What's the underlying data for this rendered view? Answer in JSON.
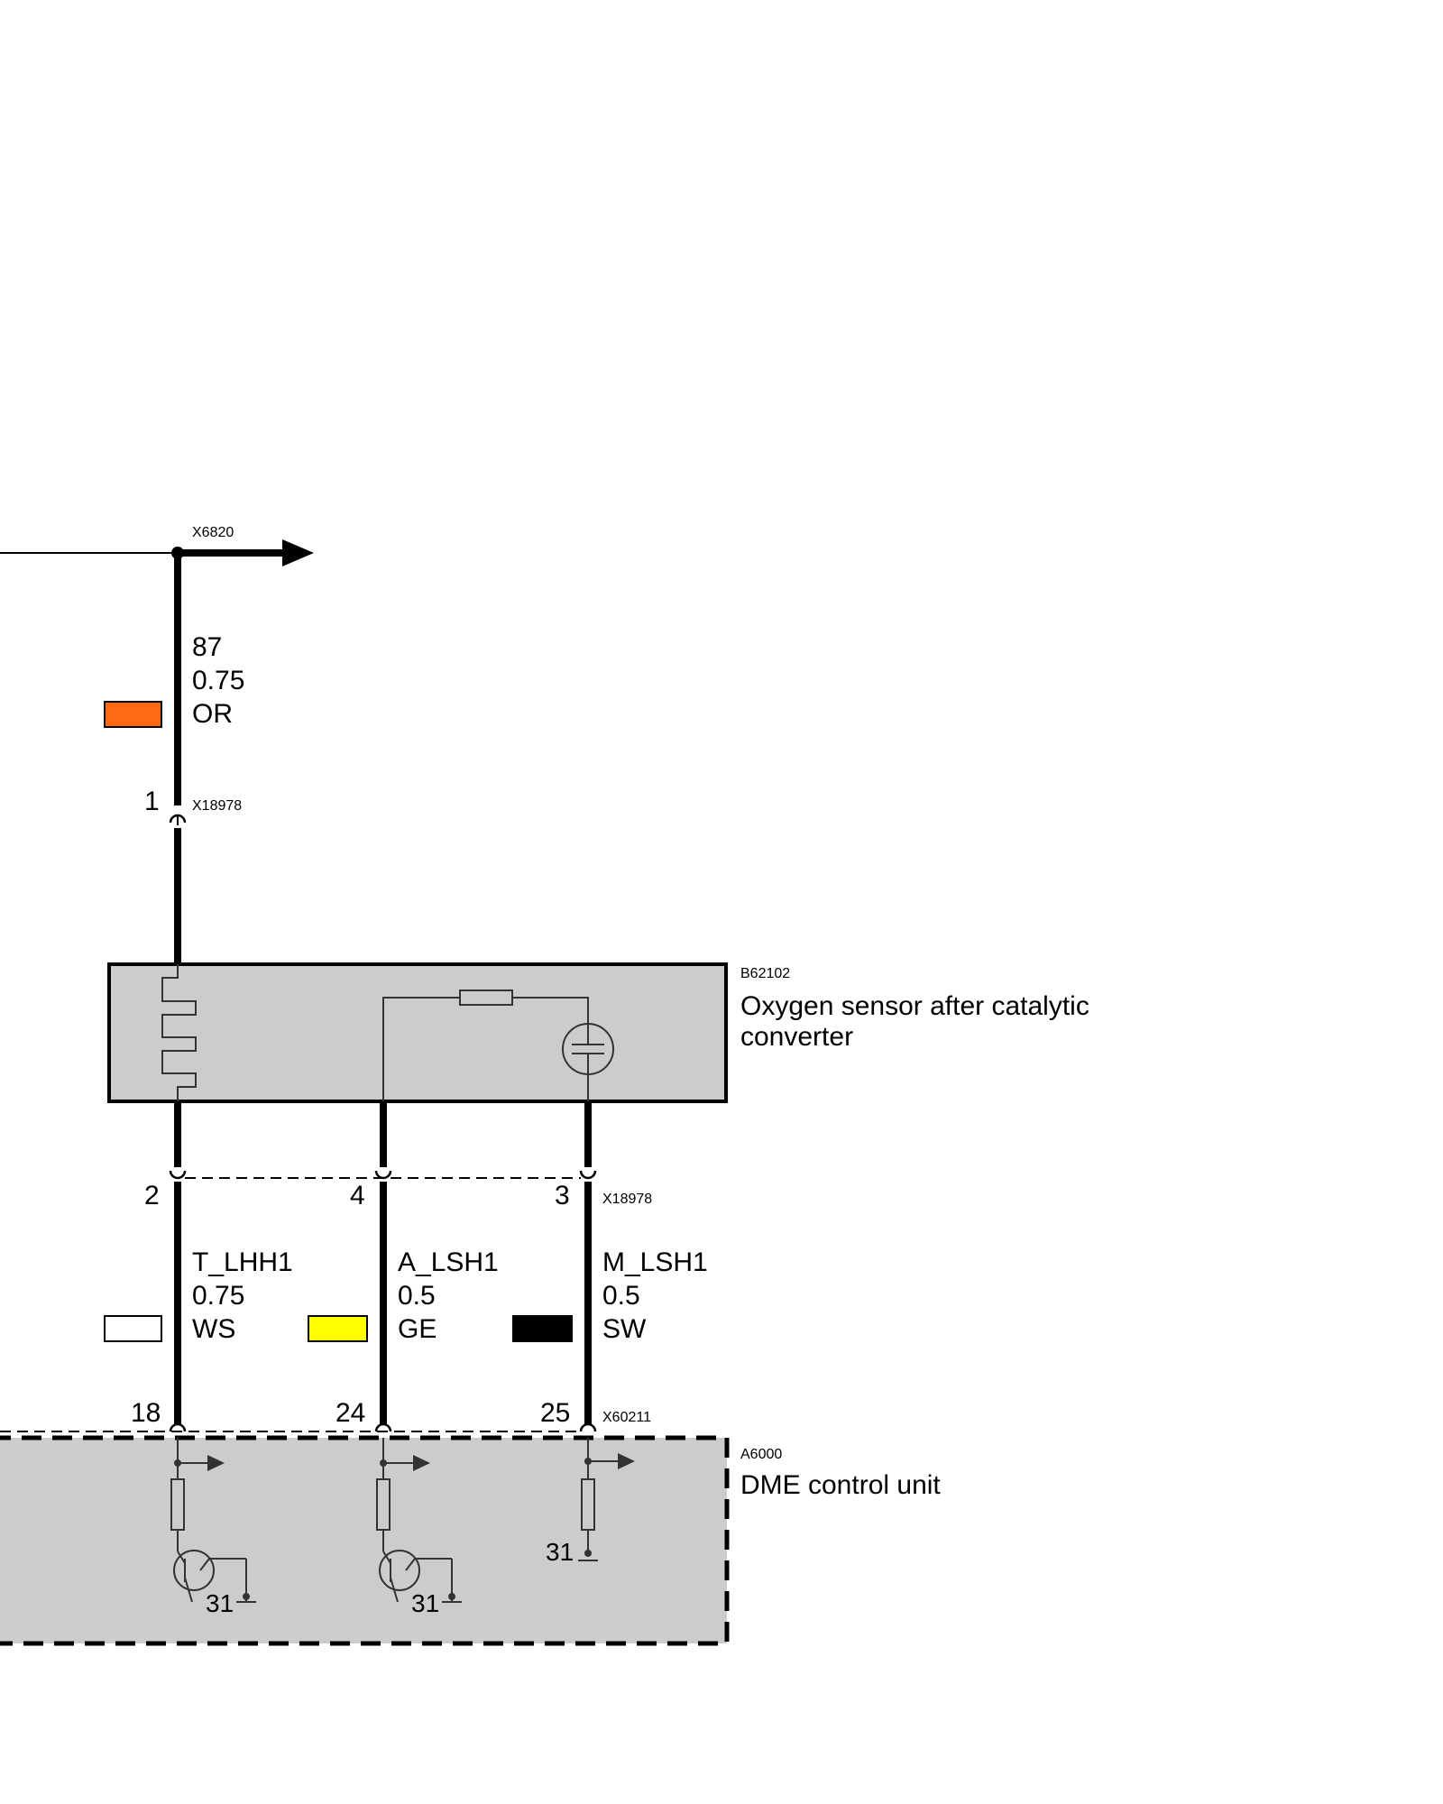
{
  "top_connector": {
    "id": "X6820"
  },
  "wire_top": {
    "terminal": "87",
    "size": "0.75",
    "color_code": "OR",
    "swatch": "#ff6a13"
  },
  "connector_x18978": {
    "id_top": "X18978",
    "id_bottom": "X18978",
    "pin_top": "1",
    "pins_bottom": [
      "2",
      "4",
      "3"
    ]
  },
  "sensor": {
    "id": "B62102",
    "name_line1": "Oxygen sensor after catalytic",
    "name_line2": "converter"
  },
  "wires": [
    {
      "signal": "T_LHH1",
      "size": "0.75",
      "color_code": "WS",
      "swatch": "#ffffff"
    },
    {
      "signal": "A_LSH1",
      "size": "0.5",
      "color_code": "GE",
      "swatch": "#ffff00"
    },
    {
      "signal": "M_LSH1",
      "size": "0.5",
      "color_code": "SW",
      "swatch": "#000000"
    }
  ],
  "connector_x60211": {
    "id": "X60211",
    "pins": [
      "18",
      "24",
      "25"
    ]
  },
  "control_unit": {
    "id": "A6000",
    "name": "DME control unit",
    "ground_labels": [
      "31",
      "31",
      "31"
    ]
  },
  "colors": {
    "box_fill": "#cccccc",
    "line": "#000000"
  }
}
